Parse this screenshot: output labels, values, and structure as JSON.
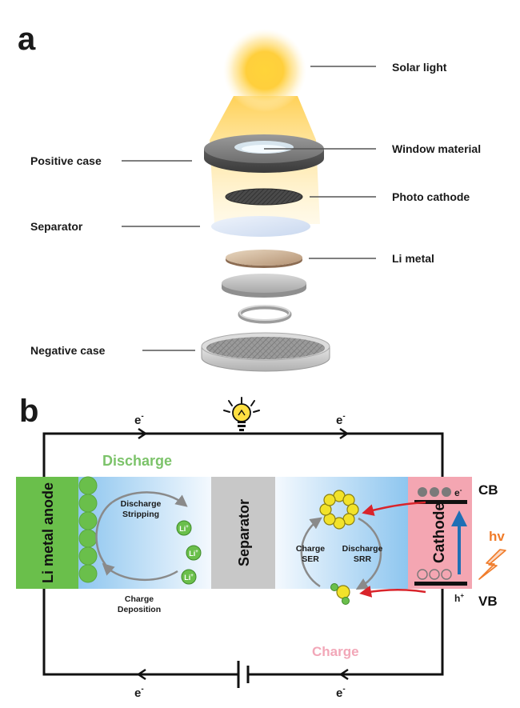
{
  "panel_a": {
    "letter": "a",
    "labels": {
      "solar_light": "Solar light",
      "window_material": "Window material",
      "positive_case": "Positive case",
      "photo_cathode": "Photo cathode",
      "separator": "Separator",
      "li_metal": "Li metal",
      "negative_case": "Negative case"
    }
  },
  "panel_b": {
    "letter": "b",
    "electron": "e",
    "electron_sup": "-",
    "discharge": "Discharge",
    "charge": "Charge",
    "anode": "Li metal anode",
    "separator": "Separator",
    "cathode": "Cathode",
    "cb": "CB",
    "vb": "VB",
    "hole": "h",
    "hole_sup": "+",
    "hv": "hv",
    "li_ion": "Li",
    "li_ion_sup": "+",
    "discharge_stripping_1": "Discharge",
    "discharge_stripping_2": "Stripping",
    "charge_deposition_1": "Charge",
    "charge_deposition_2": "Deposition",
    "charge_ser_1": "Charge",
    "charge_ser_2": "SER",
    "discharge_srr_1": "Discharge",
    "discharge_srr_2": "SRR",
    "colors": {
      "anode": "#6abf4b",
      "separator": "#c8c8c8",
      "cathode": "#f4a6b2",
      "electrolyte": "#a9d3f2",
      "discharge_text": "#7cc36a",
      "charge_text": "#f2a7b8",
      "hv_text": "#f07c2a",
      "arrow_red": "#d9242b",
      "arrow_blue": "#1f6fb5"
    }
  }
}
